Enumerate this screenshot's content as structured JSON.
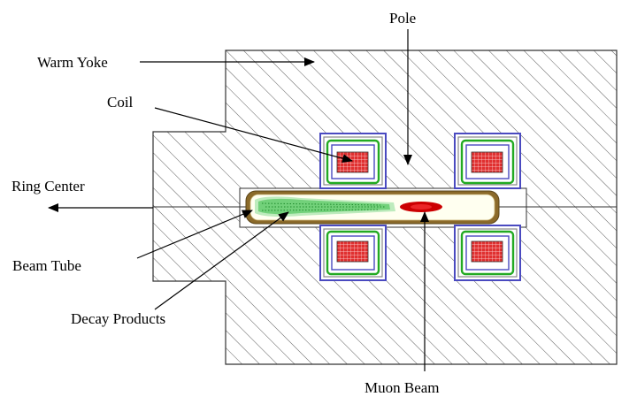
{
  "labels": {
    "warm_yoke": "Warm Yoke",
    "pole": "Pole",
    "coil": "Coil",
    "ring_center": "Ring Center",
    "beam_tube": "Beam Tube",
    "decay_products": "Decay Products",
    "muon_beam": "Muon Beam"
  },
  "colors": {
    "hatch": "#333333",
    "outline": "#333333",
    "coil_red": "#e03030",
    "coil_green": "#22aa22",
    "coil_blue": "#4a4ac0",
    "coil_gray": "#888888",
    "tube_fill": "#fffff0",
    "tube_edge": "#8b6a2a",
    "decay_green": "#33bb44",
    "muon_red": "#cc0000"
  }
}
